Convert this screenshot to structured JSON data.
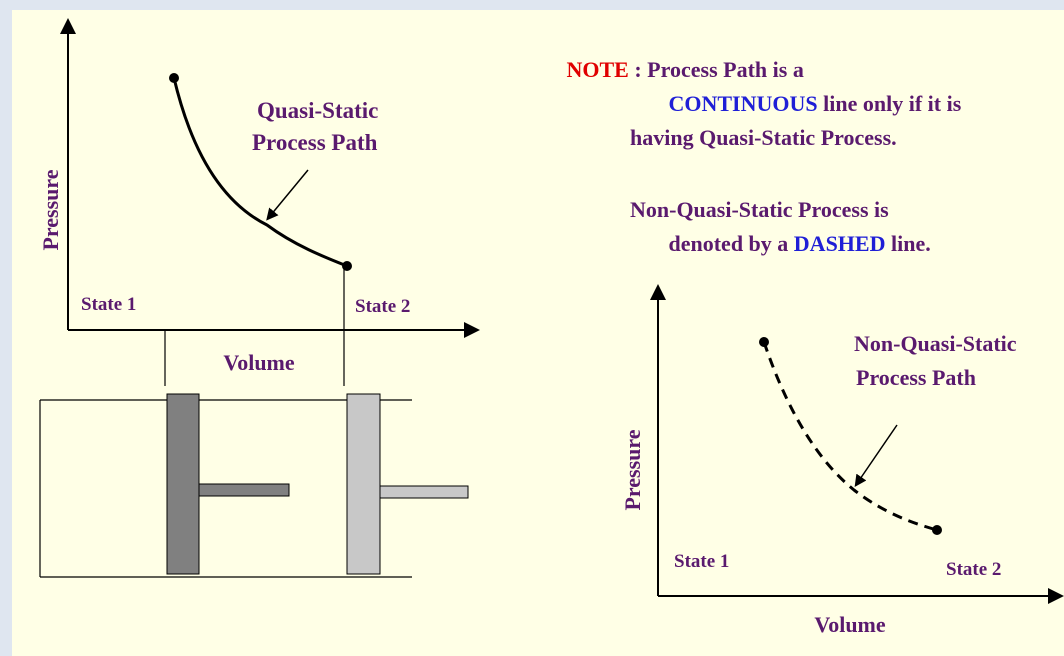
{
  "colors": {
    "background": "#ffffe6",
    "outer_frame": "#dfe6f0",
    "label_purple": "#5a1a6e",
    "note_red": "#e00000",
    "highlight_blue": "#1f1fd6",
    "piston_dark": "#808080",
    "piston_light": "#c8c8c8",
    "line": "#000000"
  },
  "left_graph": {
    "y_label": "Pressure",
    "x_label": "Volume",
    "state1": "State 1",
    "state2": "State 2",
    "path_label_line1": "Quasi-Static",
    "path_label_line2": "Process Path"
  },
  "right_graph": {
    "y_label": "Pressure",
    "x_label": "Volume",
    "state1": "State 1",
    "state2": "State 2",
    "path_label_line1": "Non-Quasi-Static",
    "path_label_line2": "Process Path"
  },
  "note": {
    "keyword": "NOTE",
    "line1_rest": " : Process Path is a",
    "line2_highlight": "CONTINUOUS",
    "line2_rest": " line only if it is",
    "line3": "having Quasi-Static Process.",
    "line4": "Non-Quasi-Static Process is",
    "line5_start": "denoted by a ",
    "line5_highlight": "DASHED",
    "line5_end": " line."
  },
  "icons": {
    "cylinder": "piston-cylinder-icon",
    "piston_state1": "piston-icon",
    "piston_state2": "piston-icon"
  }
}
